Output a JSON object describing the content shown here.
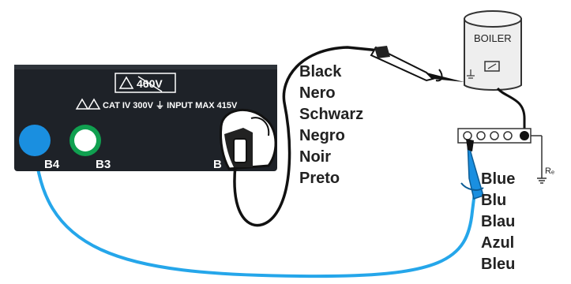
{
  "instrument": {
    "voltage_badge": "460V",
    "rating_text": "CAT IV 300V ⏚ INPUT MAX 415V",
    "terminals": {
      "b4": "B4",
      "b3": "B3",
      "b1": "B"
    }
  },
  "boiler": {
    "label": "BOILER"
  },
  "ground_label": "Rₑ",
  "black_labels": [
    "Black",
    "Nero",
    "Schwarz",
    "Negro",
    "Noir",
    "Preto"
  ],
  "blue_labels": [
    "Blue",
    "Blu",
    "Blau",
    "Azul",
    "Bleu"
  ],
  "colors": {
    "panel": "#1e2228",
    "blue_terminal": "#1a8fe0",
    "green_terminal": "#10a050",
    "blue_cable": "#25a6ea",
    "black_cable": "#111111"
  }
}
